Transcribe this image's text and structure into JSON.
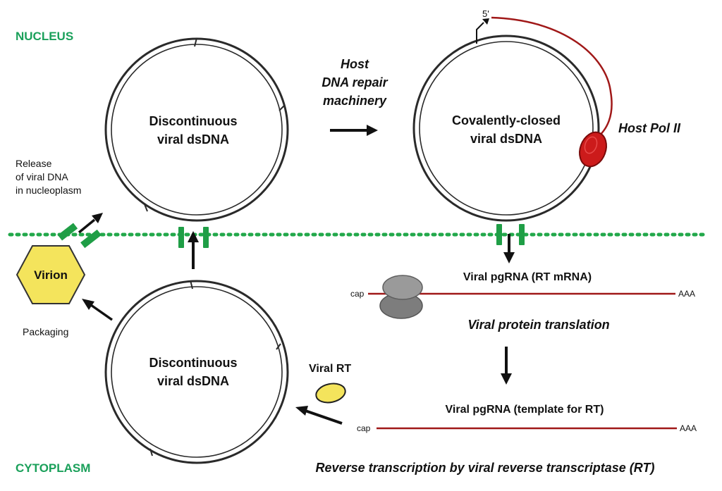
{
  "compartments": {
    "nucleus": "NUCLEUS",
    "cytoplasm": "CYTOPLASM"
  },
  "circles": {
    "top_left": {
      "line1": "Discontinuous",
      "line2": "viral dsDNA"
    },
    "top_right": {
      "line1": "Covalently-closed",
      "line2": "viral dsDNA"
    },
    "bottom_left": {
      "line1": "Discontinuous",
      "line2": "viral dsDNA"
    }
  },
  "labels": {
    "host_repair": {
      "line1": "Host",
      "line2": "DNA repair",
      "line3": "machinery"
    },
    "host_pol": "Host Pol II",
    "five_prime": "5'",
    "release": {
      "line1": "Release",
      "line2": "of viral DNA",
      "line3": "in nucleoplasm"
    },
    "virion": "Virion",
    "packaging": "Packaging",
    "pgrna_mrna": "Viral pgRNA (RT mRNA)",
    "protein_translation": "Viral protein translation",
    "pgrna_template": "Viral pgRNA (template for RT)",
    "viral_rt": "Viral RT",
    "reverse_transcription": "Reverse transcription by viral reverse transcriptase (RT)",
    "cap1": "cap",
    "aaa1": "AAA",
    "cap2": "cap",
    "aaa2": "AAA"
  },
  "colors": {
    "compartment_text": "#1aa05a",
    "membrane": "#22a84a",
    "pore": "#1f9e46",
    "rna_line": "#a01818",
    "pol_ii": "#cc1b1b",
    "virion_fill": "#f4e45c",
    "rt_fill": "#f4e45c",
    "ribosome": "#8a8a8a"
  }
}
